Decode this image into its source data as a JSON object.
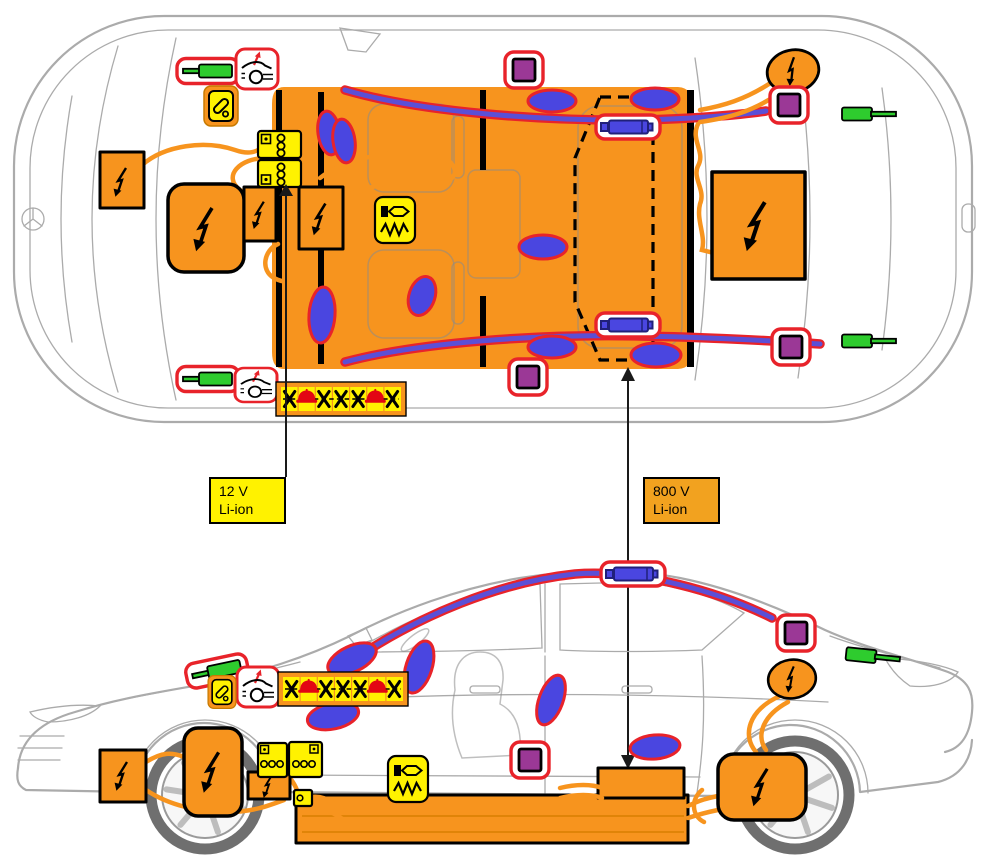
{
  "diagram": {
    "type": "electric-vehicle-rescue-sheet",
    "views": [
      "top-view",
      "side-view"
    ]
  },
  "labels": {
    "battery_12v": {
      "line1": "12 V",
      "line2": "Li-ion"
    },
    "battery_800v": {
      "line1": "800 V",
      "line2": "Li-ion"
    }
  },
  "colors": {
    "hv_orange": "#F7941E",
    "warning_yellow": "#FFF200",
    "label_800v_orange": "#F2A21F",
    "airbag_blue": "#4A46E0",
    "curtain_purple": "#5B4FD6",
    "alert_red": "#E8232A",
    "squib_purple": "#9B3896",
    "strut_green": "#2ECC2E",
    "body_gray": "#ABABAB",
    "helmet_red": "#E30613"
  },
  "icons": {
    "high_voltage_component": "orange-box-lightning-bolt-icon",
    "airbag": "blue-ellipse-red-outline",
    "curtain_airbag_inflator": "blue-cylinder-marker",
    "pretensioner_squib": "purple-square-marker",
    "gas_strut": "green-cylinder",
    "hood_release": "hood-latch-icon",
    "battery_12v_module": "yellow-fuse-battery-box",
    "ptc_heater": "yellow-resistor-box",
    "charge_port": "orange-ellipse-lightning-bolt",
    "rescue_strip": "helmet-and-cutter-figures-strip"
  },
  "rescue_strip": {
    "symbols": [
      "cutter-figure",
      "fire-helmet",
      "cutter-figure",
      "cutter-figure",
      "cutter-figure",
      "fire-helmet",
      "cutter-figure"
    ]
  }
}
